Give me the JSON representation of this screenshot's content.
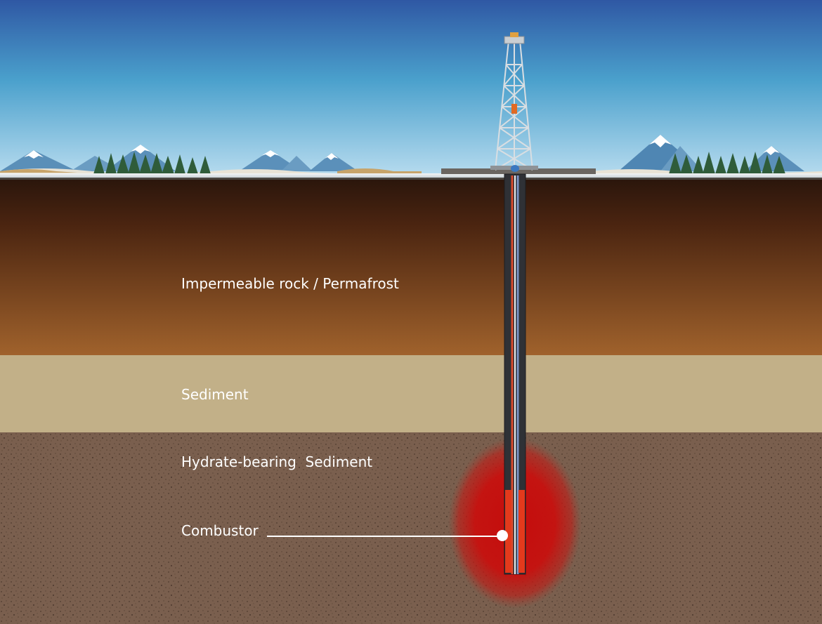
{
  "labels": {
    "impermeable_rock": "Impermeable rock / Permafrost",
    "sediment": "Sediment",
    "hydrate_sediment": "Hydrate-bearing  Sediment",
    "combustor": "Combustor"
  },
  "colors": {
    "sky_top": "#2f58a4",
    "sky_mid": "#4aa0cc",
    "sky_bottom": "#b8dcef",
    "rock_top": "#2b160c",
    "rock_bottom": "#a0622c",
    "sediment": "#c2b088",
    "hydrate_sediment": "#7a5f4e",
    "heat_zone": "#c40c0c",
    "combustor": "#e33a1c",
    "casing": "#2f3136",
    "label_text": "#ffffff"
  },
  "icons": {
    "derrick": "drilling-derrick-icon",
    "mountains": "snowy-mountain-icon",
    "trees": "pine-tree-icon"
  }
}
